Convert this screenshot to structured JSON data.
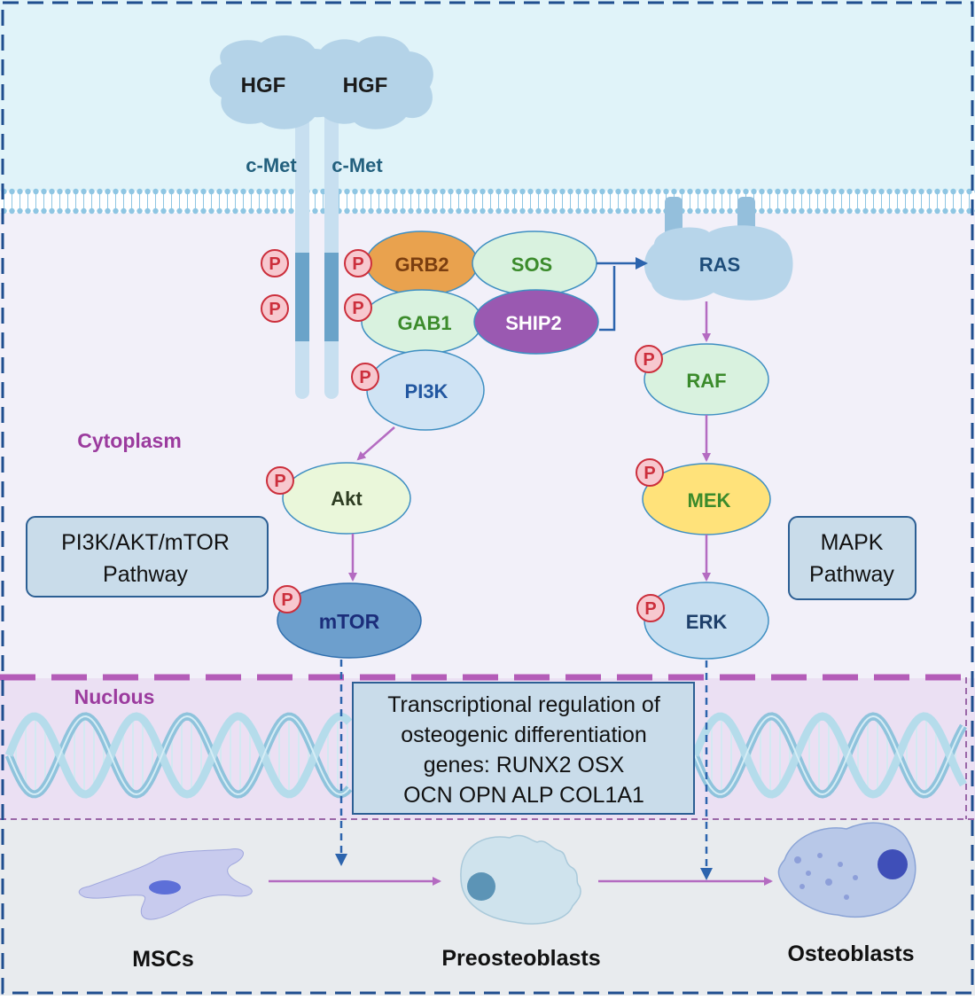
{
  "colors": {
    "extracellular": "#e0f3f9",
    "cytoplasm": "#f2f0f9",
    "nucleus": "#ebe0f3",
    "bottom": "#e8ebee",
    "frame": "#1f4e8f",
    "membrane": "#8fc6e3",
    "receptor": "#c7dff0",
    "receptor_dark": "#6aa3c9",
    "arrow_purple": "#b46bc1",
    "arrow_blue": "#2c64ad",
    "label_purple": "#9b3b9e",
    "phospho_fill": "#f7c8cf",
    "phospho_stroke": "#cc2f3c",
    "grb2": "#e9a24e",
    "sos": "#d9f2df",
    "gab1": "#d9f2df",
    "ship2": "#9a59b1",
    "pi3k": "#cfe3f4",
    "akt": "#eaf7da",
    "mtor": "#6d9fcd",
    "ras": "#b7d5ea",
    "raf": "#d9f2df",
    "mek": "#ffe27a",
    "erk": "#c6def0",
    "dna": "#b5dceb"
  },
  "ligand": {
    "left": "HGF",
    "right": "HGF"
  },
  "receptor": {
    "left": "c-Met",
    "right": "c-Met"
  },
  "phospho_label": "P",
  "proteins": {
    "grb2": "GRB2",
    "sos": "SOS",
    "gab1": "GAB1",
    "ship2": "SHIP2",
    "pi3k": "PI3K",
    "akt": "Akt",
    "mtor": "mTOR",
    "ras": "RAS",
    "raf": "RAF",
    "mek": "MEK",
    "erk": "ERK"
  },
  "compartments": {
    "cytoplasm": "Cytoplasm",
    "nucleus": "Nuclous"
  },
  "pathways": {
    "pi3k": [
      "PI3K/AKT/mTOR",
      "Pathway"
    ],
    "mapk": [
      "MAPK",
      "Pathway"
    ]
  },
  "transcription": [
    "Transcriptional regulation of",
    "osteogenic differentiation",
    "genes: RUNX2 OSX",
    "OCN OPN ALP COL1A1"
  ],
  "cells": {
    "msc": "MSCs",
    "preosteoblast": "Preosteoblasts",
    "osteoblast": "Osteoblasts"
  }
}
